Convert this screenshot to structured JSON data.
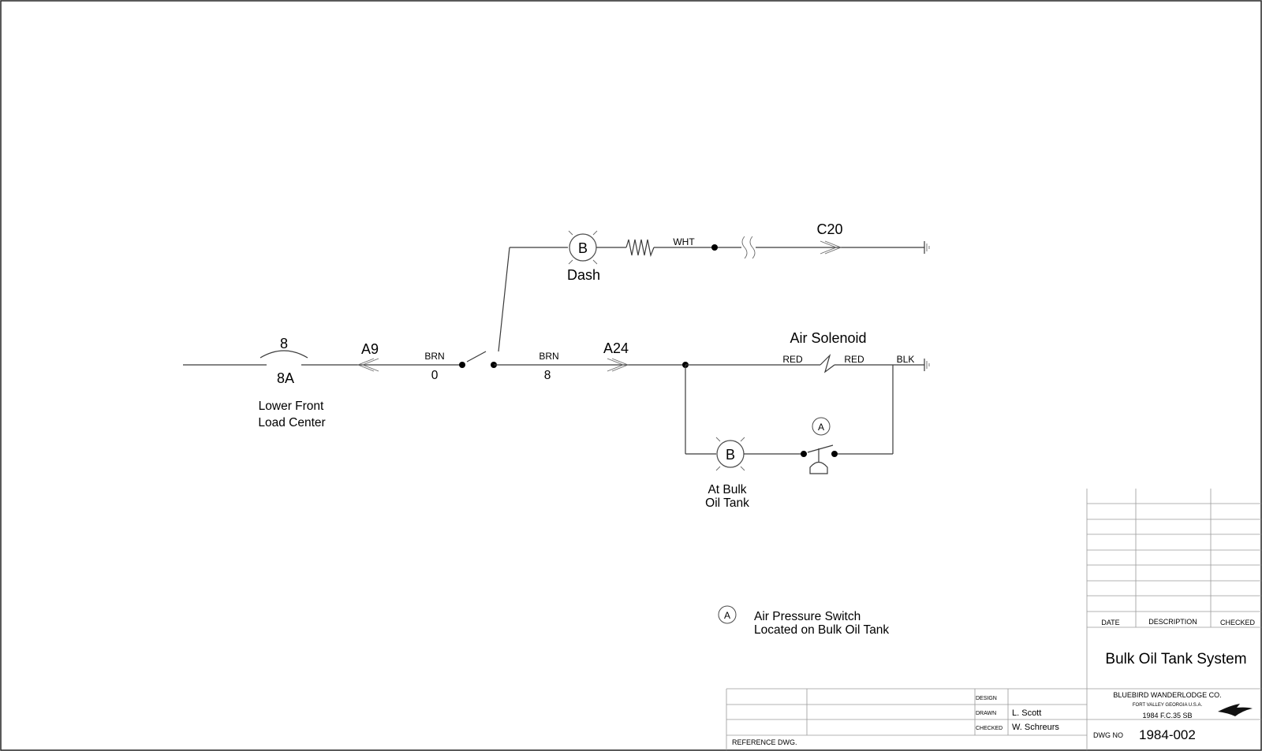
{
  "circuit": {
    "breaker_top": "8",
    "breaker_bottom": "8A",
    "load_center_line1": "Lower Front",
    "load_center_line2": "Load Center",
    "conn_a9": "A9",
    "wire_brn_left": "BRN",
    "wire_brn_left_num": "0",
    "wire_brn_right": "BRN",
    "wire_brn_right_num": "8",
    "conn_a24": "A24",
    "bulb_letter": "B",
    "dash_label": "Dash",
    "wire_wht": "WHT",
    "conn_c20": "C20",
    "solenoid_label": "Air Solenoid",
    "wire_red_left": "RED",
    "wire_red_right": "RED",
    "wire_blk": "BLK",
    "switch_letter": "A",
    "bulk_label_line1": "At Bulk",
    "bulk_label_line2": "Oil Tank"
  },
  "legend": {
    "symbol": "A",
    "line1": "Air Pressure Switch",
    "line2": "Located on Bulk Oil Tank"
  },
  "title_block": {
    "rev_headers": {
      "date": "DATE",
      "description": "DESCRIPTION",
      "checked": "CHECKED"
    },
    "title": "Bulk Oil Tank System",
    "design_label": "DESIGN",
    "drawn_label": "DRAWN",
    "drawn_value": "L. Scott",
    "checked_label": "CHECKED",
    "checked_value": "W. Schreurs",
    "reference_label": "REFERENCE DWG.",
    "company": "BLUEBIRD WANDERLODGE CO.",
    "location": "FORT VALLEY GEORGIA U.S.A.",
    "model": "1984 F.C.35 SB",
    "dwg_no_label": "DWG NO",
    "dwg_no_value": "1984-002"
  }
}
